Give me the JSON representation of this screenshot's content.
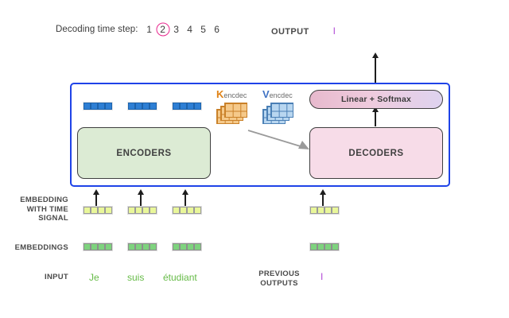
{
  "header": {
    "timestep_label": "Decoding time step:",
    "steps": [
      "1",
      "2",
      "3",
      "4",
      "5",
      "6"
    ],
    "active_step": "2",
    "output_label": "OUTPUT",
    "output_token": "I"
  },
  "diagram": {
    "encoders_label": "ENCODERS",
    "decoders_label": "DECODERS",
    "softmax_label": "Linear + Softmax",
    "kv": [
      {
        "symbol": "K",
        "subscript": "encdec",
        "color": "#e08214"
      },
      {
        "symbol": "V",
        "subscript": "encdec",
        "color": "#3f72c4"
      }
    ],
    "container_color": "#1f43e8"
  },
  "rows": {
    "embedding_time_signal_label": "EMBEDDING\nWITH TIME\nSIGNAL",
    "embedding_time_signal_line1": "EMBEDDING",
    "embedding_time_signal_line2": "WITH TIME",
    "embedding_time_signal_line3": "SIGNAL",
    "embeddings_label": "EMBEDDINGS",
    "input_label": "INPUT",
    "previous_outputs_line1": "PREVIOUS",
    "previous_outputs_line2": "OUTPUTS",
    "previous_output_token": "I"
  },
  "input_words": [
    "Je",
    "suis",
    "étudiant"
  ],
  "colors": {
    "accent_pink": "#e8288e",
    "encoder_green": "#dcebd4",
    "decoder_pink": "#f7dce8",
    "token_purple": "#b24ad6",
    "word_green": "#66bb47",
    "vector_blue": "#2e7fd4",
    "embedding_green": "#7ed37e",
    "time_signal_yellow": "#e9f79a"
  }
}
